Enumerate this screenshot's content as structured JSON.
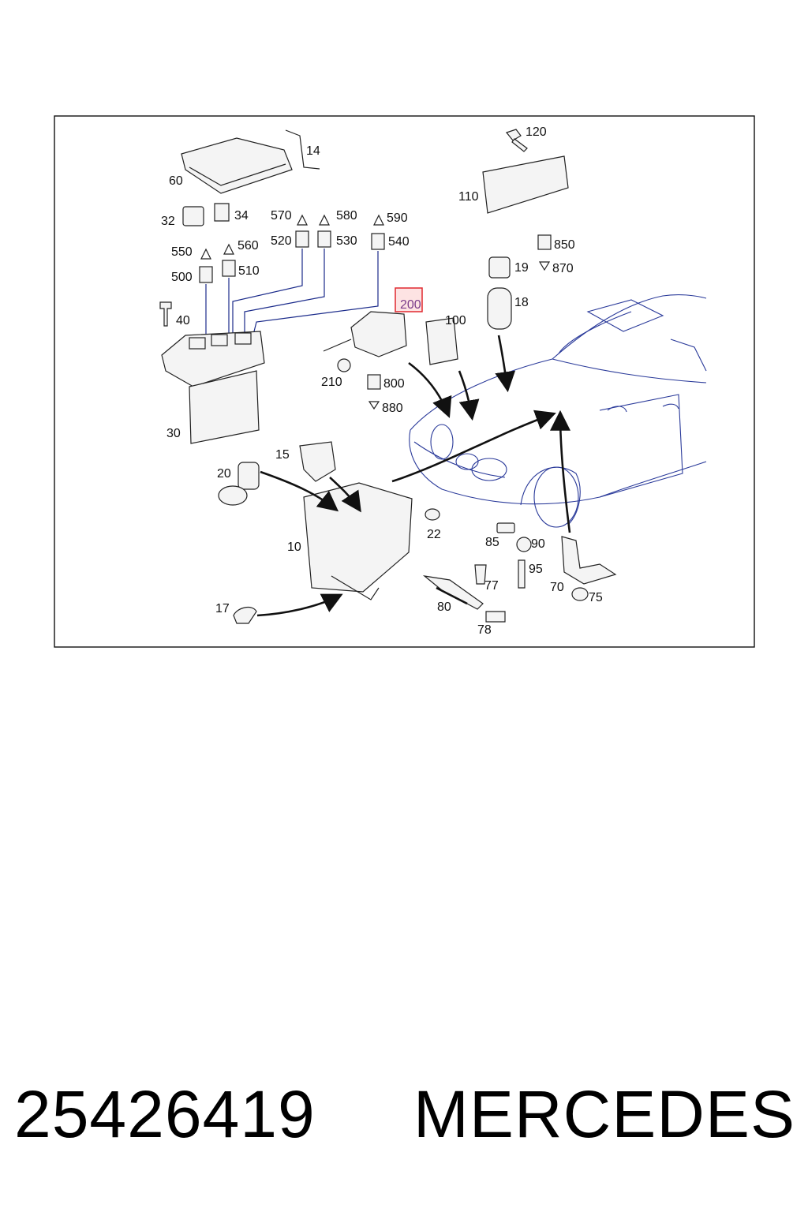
{
  "diagram": {
    "callouts": [
      "14",
      "60",
      "32",
      "34",
      "570",
      "580",
      "590",
      "520",
      "530",
      "540",
      "550",
      "560",
      "500",
      "510",
      "40",
      "30",
      "120",
      "110",
      "850",
      "870",
      "19",
      "18",
      "200",
      "100",
      "210",
      "800",
      "880",
      "15",
      "20",
      "22",
      "10",
      "85",
      "90",
      "95",
      "77",
      "70",
      "75",
      "80",
      "78",
      "17"
    ],
    "highlighted_callout": "200",
    "colors": {
      "highlight_border": "#e0282e",
      "highlight_fill": "#fde3e3",
      "leader_lines": "#1a2a8a"
    }
  },
  "footer": {
    "part_number": "25426419",
    "brand": "MERCEDES"
  }
}
